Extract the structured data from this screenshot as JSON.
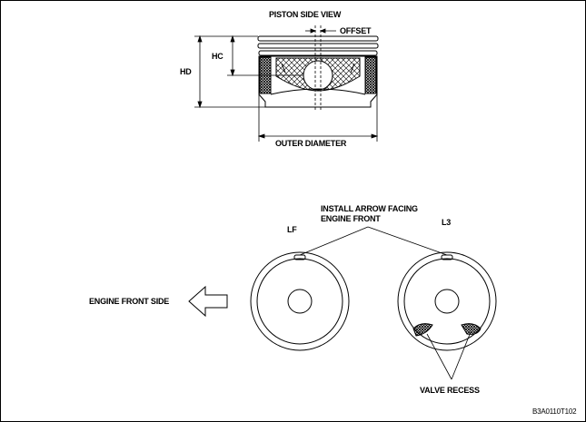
{
  "side_view": {
    "title": "PISTON SIDE VIEW",
    "offset_label": "OFFSET",
    "hc_label": "HC",
    "hd_label": "HD",
    "outer_diameter_label": "OUTER DIAMETER"
  },
  "top_view": {
    "install_line1": "INSTALL ARROW FACING",
    "install_line2": "ENGINE FRONT",
    "left_engine": "LF",
    "right_engine": "L3",
    "front_side_label": "ENGINE FRONT SIDE",
    "valve_recess_label": "VALVE RECESS"
  },
  "figure_code": "B3A0110T102"
}
